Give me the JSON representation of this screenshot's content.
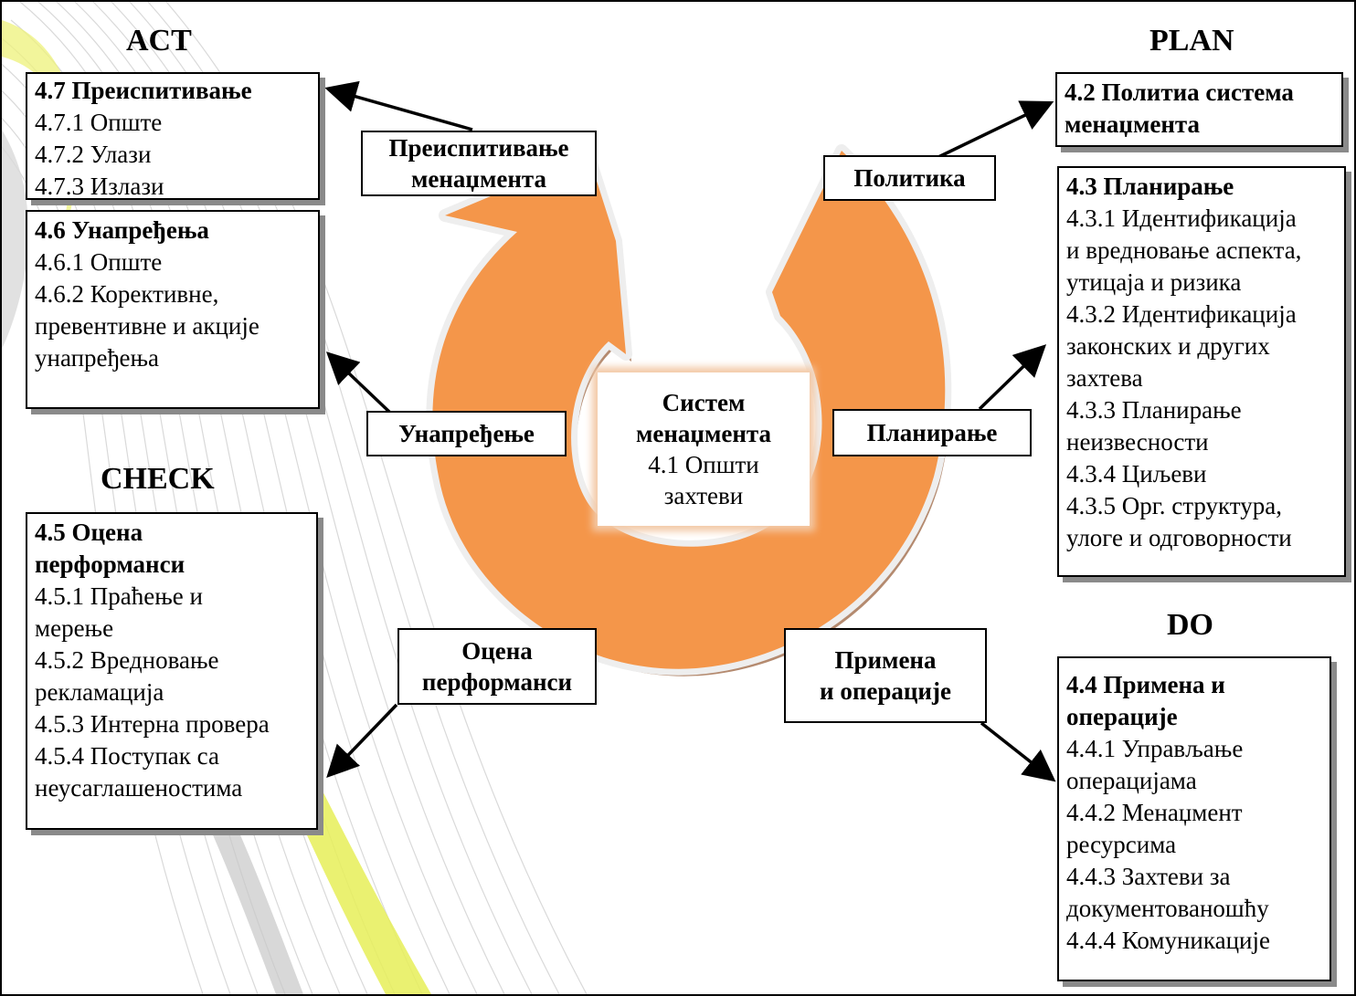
{
  "phases": {
    "act": "ACT",
    "plan": "PLAN",
    "check": "CHECK",
    "do": "DO"
  },
  "colors": {
    "cycle": "#f4964a",
    "cycle_shadow": "#c48e6c",
    "wave_yellow": "#e6ee58",
    "wave_grey": "#c4c4c4"
  },
  "center": {
    "title_lines": [
      "Систем",
      "менаџмента"
    ],
    "sub_lines": [
      "4.1 Општи",
      "захтеви"
    ]
  },
  "labels": {
    "review": [
      "Преиспитивање",
      "менаџмента"
    ],
    "policy": [
      "Политика"
    ],
    "improvement": [
      "Унапређење"
    ],
    "planning": [
      "Планирање"
    ],
    "evaluation": [
      "Оцена",
      "перформанси"
    ],
    "operation": [
      "Примена",
      "и операције"
    ]
  },
  "boxes": {
    "b47": {
      "title": [
        "4.7 Преиспитивање"
      ],
      "items": [
        "4.7.1 Опште",
        "4.7.2 Улази",
        "4.7.3 Излази"
      ]
    },
    "b46": {
      "title": [
        "4.6 Унапређења"
      ],
      "items": [
        "4.6.1 Опште",
        "4.6.2 Корективне,",
        "превентивне и акције",
        "унапређења"
      ]
    },
    "b45": {
      "title": [
        "4.5 Оцена",
        "перформанси"
      ],
      "items": [
        "4.5.1 Праћење и",
        "мерење",
        "4.5.2 Вредновање",
        "рекламација",
        "4.5.3 Интерна провера",
        "4.5.4 Поступак са",
        "неусаглашеностима"
      ]
    },
    "b42": {
      "title": [
        "4.2 Политиа система",
        "менаџмента"
      ],
      "items": []
    },
    "b43": {
      "title": [
        "4.3 Планирање"
      ],
      "items": [
        "4.3.1 Идентификација",
        "и вредновање аспекта,",
        "утицаја и ризика",
        "4.3.2 Идентификација",
        "законских и других",
        "захтева",
        "4.3.3 Планирање",
        "неизвесности",
        "4.3.4 Циљеви",
        "4.3.5 Орг. структура,",
        "улоге и одговорности"
      ]
    },
    "b44": {
      "title": [
        "4.4 Примена и",
        "операције"
      ],
      "items": [
        "4.4.1 Управљање",
        "операцијама",
        "4.4.2 Менаџмент",
        "ресурсима",
        "4.4.3 Захтеви за",
        "документованошћу",
        "4.4.4 Комуникације"
      ]
    }
  }
}
